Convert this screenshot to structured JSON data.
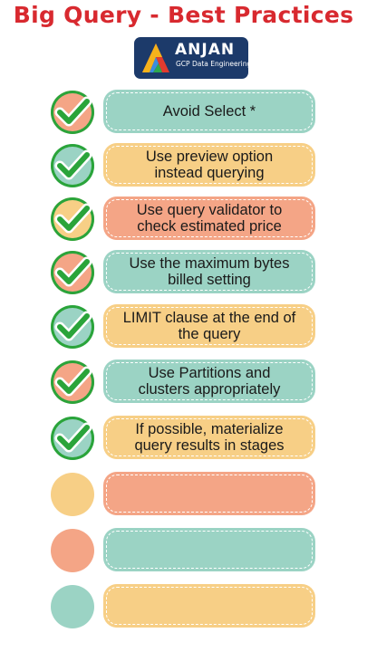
{
  "header": {
    "title": "Big Query - Best Practices"
  },
  "logo": {
    "name": "ANJAN",
    "subtitle": "GCP Data Engineering"
  },
  "items": [
    {
      "text": "Avoid Select *",
      "checked": true,
      "circle_color": "#f4a586",
      "pill_color": "#9bd3c4"
    },
    {
      "text": "Use preview option\ninstead querying",
      "checked": true,
      "circle_color": "#9bd3c4",
      "pill_color": "#f7cf86"
    },
    {
      "text": "Use query validator to\ncheck estimated price",
      "checked": true,
      "circle_color": "#f7cf86",
      "pill_color": "#f4a586"
    },
    {
      "text": "Use the maximum bytes\nbilled setting",
      "checked": true,
      "circle_color": "#f4a586",
      "pill_color": "#9bd3c4"
    },
    {
      "text": "LIMIT clause at the end of\nthe query",
      "checked": true,
      "circle_color": "#9bd3c4",
      "pill_color": "#f7cf86"
    },
    {
      "text": "Use Partitions and\nclusters appropriately",
      "checked": true,
      "circle_color": "#f4a586",
      "pill_color": "#9bd3c4"
    },
    {
      "text": "If possible, materialize\nquery results in stages",
      "checked": true,
      "circle_color": "#9bd3c4",
      "pill_color": "#f7cf86"
    },
    {
      "text": "",
      "checked": false,
      "circle_color": "#f7cf86",
      "pill_color": "#f4a586"
    },
    {
      "text": "",
      "checked": false,
      "circle_color": "#f4a586",
      "pill_color": "#9bd3c4"
    },
    {
      "text": "",
      "checked": false,
      "circle_color": "#9bd3c4",
      "pill_color": "#f7cf86"
    }
  ],
  "colors": {
    "title": "#d8292f",
    "check": "#2aa43a",
    "logo_bg": "#1c3a6a"
  }
}
